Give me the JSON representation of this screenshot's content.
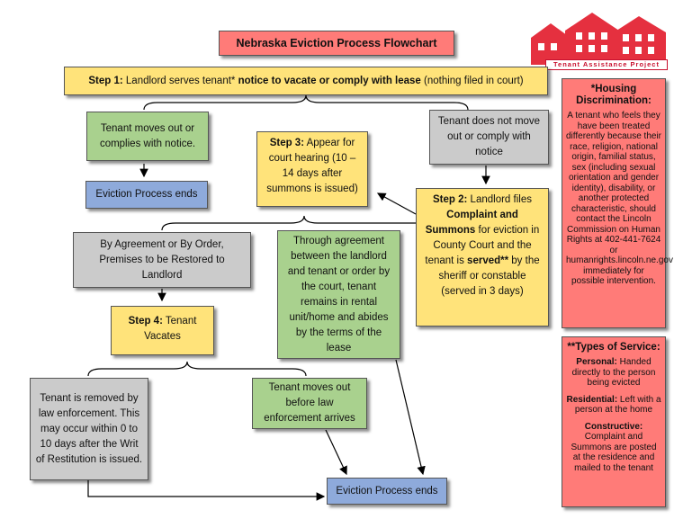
{
  "title": "Nebraska Eviction Process Flowchart",
  "logo": {
    "text": "Tenant Assistance Project"
  },
  "step1": {
    "label": "Step 1:",
    "text_a": " Landlord serves tenant* ",
    "bold": "notice to vacate or comply with lease",
    "text_b": " (nothing filed in court)"
  },
  "moves_out": "Tenant moves out or complies with notice.",
  "ends_1": "Eviction Process ends",
  "not_move": "Tenant does not move out or comply with notice",
  "step3": {
    "label": "Step 3:",
    "text": " Appear for court hearing (10 – 14 days after summons is issued)"
  },
  "step2": {
    "label": "Step 2:",
    "t1": " Landlord files ",
    "b1": "Complaint and Summons",
    "t2": " for eviction in County Court and the tenant is ",
    "b2": "served**",
    "t3": " by the sheriff or constable (served in 3 days)"
  },
  "agreement": "By Agreement or By Order, Premises to be Restored to Landlord",
  "remains": "Through agreement between the landlord and tenant or order by the court, tenant remains in rental unit/home and abides by the terms of the lease",
  "step4": {
    "label": "Step 4:",
    "text": " Tenant Vacates"
  },
  "removed": "Tenant is removed by law enforcement. This may occur within 0 to 10 days after the Writ of Restitution is issued.",
  "moves_before": "Tenant moves out before law enforcement arrives",
  "ends_2": "Eviction Process ends",
  "housing": {
    "title": "*Housing Discrimination:",
    "text": "A tenant who feels they have been treated differently because their race, religion, national origin, familial status, sex (including sexual orientation and gender identity), disability, or another protected characteristic, should contact the Lincoln Commission on Human Rights at 402-441-7624 or humanrights.lincoln.ne.gov immediately for possible intervention."
  },
  "service": {
    "title": "**Types of Service:",
    "items": [
      {
        "label": "Personal:",
        "text": " Handed directly to the person being evicted"
      },
      {
        "label": "Residential:",
        "text": " Left with a person at the home"
      },
      {
        "label": "Constructive:",
        "text": " Complaint and Summons are posted at the residence and mailed to the tenant"
      }
    ]
  },
  "colors": {
    "yellow": "#ffe37a",
    "green": "#a9d18e",
    "blue": "#8eaadb",
    "gray": "#cbcbcb",
    "red": "#ff7b78",
    "brand": "#c8102e"
  }
}
